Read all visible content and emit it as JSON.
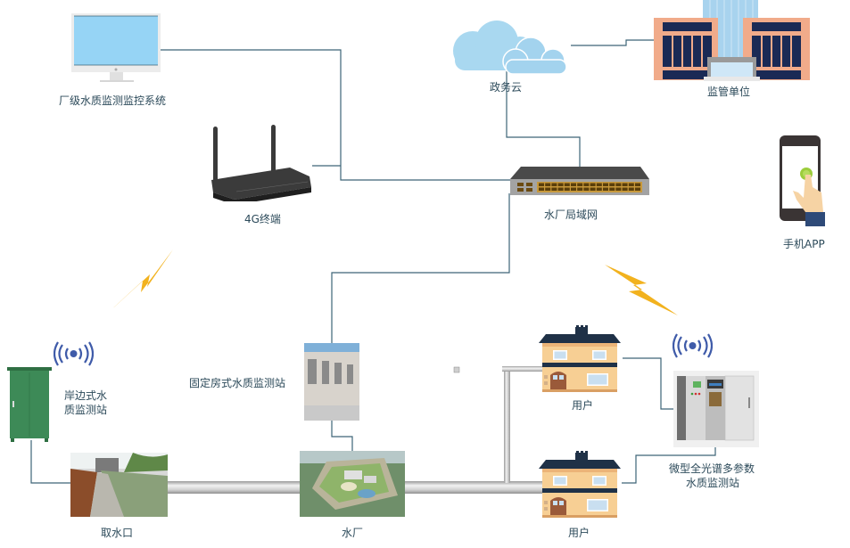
{
  "diagram": {
    "colors": {
      "connector": "#3d6577",
      "pipe": "#c8c8c8",
      "lightning": "#f2b21e",
      "label": "#2c4a5a",
      "cloud": "#a9d8f0",
      "signal": "#3f5ba9"
    },
    "nodes": {
      "plant_monitor_system": {
        "label": "厂级水质监测监控系统",
        "icon": "monitor-icon"
      },
      "gov_cloud": {
        "label": "政务云",
        "icon": "cloud-icon"
      },
      "regulator": {
        "label": "监管单位",
        "icon": "office-building-icon"
      },
      "terminal_4g": {
        "label": "4G终端",
        "icon": "router-icon"
      },
      "plant_lan": {
        "label": "水厂局域网",
        "icon": "network-switch-icon"
      },
      "mobile_app": {
        "label": "手机APP",
        "icon": "smartphone-touch-icon"
      },
      "shore_station": {
        "label_lines": [
          "岸边式水",
          "质监测站"
        ],
        "icon": "cabinet-icon"
      },
      "fixed_station": {
        "label": "固定房式水质监测站",
        "icon": "station-photo-icon"
      },
      "water_intake": {
        "label": "取水口",
        "icon": "intake-photo-icon"
      },
      "water_plant": {
        "label": "水厂",
        "icon": "plant-aerial-icon"
      },
      "user_top": {
        "label": "用户",
        "icon": "house-icon"
      },
      "user_bottom": {
        "label": "用户",
        "icon": "house-icon"
      },
      "micro_station": {
        "label_lines": [
          "微型全光谱多参数",
          "水质监测站"
        ],
        "icon": "micro-cabinet-icon"
      }
    },
    "wireless": [
      {
        "name": "wireless-link-left",
        "icon": "lightning-icon"
      },
      {
        "name": "wireless-link-right",
        "icon": "lightning-icon"
      },
      {
        "name": "signal-shore",
        "icon": "wifi-signal-icon"
      },
      {
        "name": "signal-micro",
        "icon": "wifi-signal-icon"
      }
    ],
    "edges": [
      {
        "from": "plant_monitor_system",
        "to": "plant_lan"
      },
      {
        "from": "terminal_4g",
        "to": "plant_lan"
      },
      {
        "from": "gov_cloud",
        "to": "regulator"
      },
      {
        "from": "gov_cloud",
        "to": "plant_lan"
      },
      {
        "from": "plant_lan",
        "to": "fixed_station"
      },
      {
        "from": "fixed_station",
        "to": "water_plant"
      },
      {
        "from": "shore_station",
        "to": "water_intake"
      },
      {
        "from": "user_top",
        "to": "micro_station"
      },
      {
        "from": "micro_station",
        "to": "user_bottom"
      }
    ],
    "pipes": [
      {
        "from": "water_intake",
        "to": "water_plant"
      },
      {
        "from": "water_plant",
        "to": "user_bottom"
      },
      {
        "from": "water_plant",
        "to": "user_top"
      }
    ]
  }
}
